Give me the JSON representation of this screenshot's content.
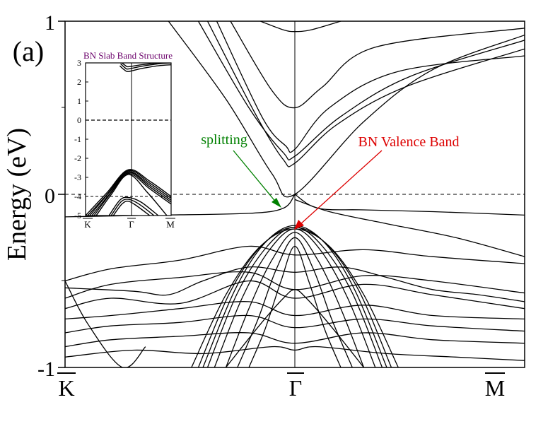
{
  "panel_label": "(a)",
  "colors": {
    "splitting": "#008000",
    "valence": "#dd0000",
    "inset_title": "#6b006b",
    "line": "#000000"
  },
  "chart_data": [
    {
      "type": "line",
      "ylabel": "Energy (eV)",
      "ylim": [
        -1,
        1
      ],
      "yticks": [
        "-1",
        "0",
        "1"
      ],
      "xlim": [
        0,
        2
      ],
      "x_high_symmetry": [
        {
          "x": 0,
          "label": "K"
        },
        {
          "x": 1,
          "label": "Γ"
        },
        {
          "x": 2,
          "label": "M"
        }
      ],
      "fermi_level": 0,
      "annotations": [
        {
          "text": "splitting",
          "color": "#008000",
          "target": {
            "x": 0.97,
            "y": -0.07
          }
        },
        {
          "text": "BN Valence Band",
          "color": "#dd0000",
          "target": {
            "x": 1.0,
            "y": -0.2
          }
        }
      ],
      "bands": {
        "conduction_cone": [
          {
            "x": [
              0.45,
              0.7,
              0.9,
              1.0,
              1.3,
              1.6,
              2.0
            ],
            "y": [
              1.0,
              0.55,
              0.12,
              0.0,
              0.42,
              0.72,
              0.92
            ]
          },
          {
            "x": [
              0.58,
              0.8,
              0.95,
              1.0,
              1.2,
              1.5,
              2.0
            ],
            "y": [
              1.0,
              0.5,
              0.24,
              0.22,
              0.45,
              0.68,
              0.89
            ]
          },
          {
            "x": [
              0.62,
              0.83,
              0.95,
              1.0,
              1.18,
              1.48,
              2.0
            ],
            "y": [
              1.0,
              0.46,
              0.2,
              0.18,
              0.4,
              0.62,
              0.84
            ]
          },
          {
            "x": [
              0.66,
              0.86,
              0.96,
              1.0,
              1.15,
              1.45,
              2.0
            ],
            "y": [
              1.0,
              0.44,
              0.28,
              0.26,
              0.5,
              0.71,
              0.8
            ]
          },
          {
            "x": [
              0.72,
              0.9,
              1.0,
              1.12,
              1.35,
              2.0
            ],
            "y": [
              1.0,
              0.6,
              0.5,
              0.62,
              0.85,
              0.96
            ]
          },
          {
            "x": [
              0.85,
              0.95,
              1.0,
              1.07,
              1.2
            ],
            "y": [
              1.0,
              0.95,
              0.94,
              0.95,
              1.0
            ]
          }
        ],
        "dirac_valence": [
          {
            "x": [
              1.0,
              1.1,
              1.3,
              1.6,
              2.0
            ],
            "y": [
              0.0,
              -0.08,
              -0.09,
              -0.1,
              -0.12
            ]
          },
          {
            "x": [
              0.0,
              0.4,
              0.8,
              0.95,
              1.0
            ],
            "y": [
              -0.13,
              -0.12,
              -0.11,
              -0.08,
              0.0
            ]
          },
          {
            "x": [
              1.0,
              1.15,
              1.4,
              1.7,
              2.0
            ],
            "y": [
              -0.03,
              -0.1,
              -0.17,
              -0.25,
              -0.36
            ]
          }
        ],
        "bn_valence": [
          {
            "x": [
              0.55,
              0.7,
              0.85,
              1.0,
              1.15,
              1.3,
              1.45
            ],
            "y": [
              -1.0,
              -0.58,
              -0.3,
              -0.2,
              -0.3,
              -0.58,
              -1.0
            ]
          },
          {
            "x": [
              0.58,
              0.72,
              0.86,
              1.0,
              1.14,
              1.28,
              1.42
            ],
            "y": [
              -1.0,
              -0.56,
              -0.29,
              -0.19,
              -0.29,
              -0.56,
              -1.0
            ]
          },
          {
            "x": [
              0.6,
              0.74,
              0.87,
              1.0,
              1.13,
              1.26,
              1.4
            ],
            "y": [
              -1.0,
              -0.55,
              -0.28,
              -0.18,
              -0.28,
              -0.55,
              -1.0
            ]
          },
          {
            "x": [
              0.62,
              0.75,
              0.88,
              1.0,
              1.12,
              1.25,
              1.38
            ],
            "y": [
              -1.0,
              -0.57,
              -0.3,
              -0.19,
              -0.3,
              -0.57,
              -1.0
            ]
          },
          {
            "x": [
              0.65,
              0.77,
              0.89,
              1.0,
              1.11,
              1.23,
              1.35
            ],
            "y": [
              -1.0,
              -0.6,
              -0.32,
              -0.2,
              -0.32,
              -0.6,
              -1.0
            ]
          },
          {
            "x": [
              0.7,
              0.8,
              0.9,
              1.0,
              1.1,
              1.2,
              1.3
            ],
            "y": [
              -1.0,
              -0.66,
              -0.38,
              -0.22,
              -0.38,
              -0.66,
              -1.0
            ]
          },
          {
            "x": [
              0.75,
              0.84,
              0.92,
              1.0,
              1.08,
              1.16,
              1.25
            ],
            "y": [
              -1.0,
              -0.72,
              -0.43,
              -0.25,
              -0.43,
              -0.72,
              -1.0
            ]
          },
          {
            "x": [
              0.8,
              0.87,
              0.94,
              1.0,
              1.06,
              1.13,
              1.2
            ],
            "y": [
              -1.0,
              -0.78,
              -0.5,
              -0.3,
              -0.5,
              -0.78,
              -1.0
            ]
          }
        ],
        "background": [
          {
            "x": [
              0.0,
              0.2,
              0.5,
              0.8,
              1.0,
              1.3,
              1.6,
              2.0
            ],
            "y": [
              -0.5,
              -0.43,
              -0.38,
              -0.3,
              -0.35,
              -0.32,
              -0.36,
              -0.4
            ]
          },
          {
            "x": [
              0.0,
              0.2,
              0.5,
              0.8,
              1.0,
              1.3,
              1.6,
              2.0
            ],
            "y": [
              -0.6,
              -0.52,
              -0.48,
              -0.45,
              -0.55,
              -0.47,
              -0.5,
              -0.57
            ]
          },
          {
            "x": [
              0.0,
              0.2,
              0.5,
              0.8,
              1.0,
              1.3,
              1.6,
              2.0
            ],
            "y": [
              -0.66,
              -0.6,
              -0.63,
              -0.5,
              -0.6,
              -0.52,
              -0.58,
              -0.66
            ]
          },
          {
            "x": [
              0.0,
              0.2,
              0.5,
              0.8,
              1.0,
              1.3,
              1.6,
              2.0
            ],
            "y": [
              -0.72,
              -0.7,
              -0.66,
              -0.62,
              -0.7,
              -0.64,
              -0.7,
              -0.72
            ]
          },
          {
            "x": [
              0.0,
              0.2,
              0.5,
              0.8,
              1.0,
              1.3,
              1.6,
              2.0
            ],
            "y": [
              -0.8,
              -0.76,
              -0.74,
              -0.7,
              -0.77,
              -0.72,
              -0.76,
              -0.79
            ]
          },
          {
            "x": [
              0.0,
              0.2,
              0.5,
              0.8,
              1.0,
              1.3,
              1.6,
              2.0
            ],
            "y": [
              -0.88,
              -0.84,
              -0.82,
              -0.8,
              -0.86,
              -0.8,
              -0.84,
              -0.86
            ]
          },
          {
            "x": [
              0.0,
              0.1,
              0.25,
              0.35
            ],
            "y": [
              -0.5,
              -0.75,
              -1.0,
              -0.88
            ]
          },
          {
            "x": [
              0.0,
              0.3,
              0.45,
              0.6,
              0.8,
              1.0,
              1.2,
              1.4,
              1.6,
              1.8,
              2.0
            ],
            "y": [
              -0.54,
              -0.56,
              -0.58,
              -0.5,
              -0.42,
              -0.45,
              -0.42,
              -0.48,
              -0.55,
              -0.58,
              -0.62
            ]
          },
          {
            "x": [
              0.0,
              0.3,
              0.6,
              0.9,
              1.0,
              1.1,
              1.4,
              1.7,
              2.0
            ],
            "y": [
              -0.94,
              -0.9,
              -0.92,
              -0.88,
              -0.9,
              -0.88,
              -0.92,
              -0.94,
              -0.96
            ]
          },
          {
            "x": [
              0.7,
              0.85,
              0.95,
              1.0,
              1.05,
              1.15,
              1.3
            ],
            "y": [
              -1.0,
              -0.75,
              -0.6,
              -0.55,
              -0.6,
              -0.75,
              -1.0
            ]
          }
        ]
      }
    },
    {
      "type": "line",
      "title": "BN Slab Band Structure",
      "ylim": [
        -5,
        3
      ],
      "yticks": [
        "3",
        "2",
        "1",
        "0",
        "-1",
        "-2",
        "-3",
        "-4",
        "-5"
      ],
      "x_high_symmetry": [
        {
          "x": 0,
          "label": "K"
        },
        {
          "x": 1,
          "label": "Γ"
        },
        {
          "x": 2,
          "label": "M"
        }
      ],
      "fermi_level": 0,
      "reference_level": -4,
      "bands": {
        "valence_fan": [
          {
            "x": [
              0.0,
              0.5,
              1.0,
              1.5,
              2.0
            ],
            "y": [
              -5.0,
              -3.8,
              -2.6,
              -3.2,
              -4.0
            ]
          },
          {
            "x": [
              0.05,
              0.5,
              1.0,
              1.5,
              2.0
            ],
            "y": [
              -5.0,
              -3.9,
              -2.65,
              -3.3,
              -4.1
            ]
          },
          {
            "x": [
              0.1,
              0.55,
              1.0,
              1.5,
              2.0
            ],
            "y": [
              -5.0,
              -3.8,
              -2.7,
              -3.4,
              -4.2
            ]
          },
          {
            "x": [
              0.15,
              0.55,
              1.0,
              1.5,
              2.0
            ],
            "y": [
              -5.0,
              -3.9,
              -2.75,
              -3.5,
              -4.3
            ]
          },
          {
            "x": [
              0.2,
              0.6,
              1.0,
              1.5,
              2.0
            ],
            "y": [
              -5.0,
              -3.8,
              -2.8,
              -3.6,
              -4.4
            ]
          },
          {
            "x": [
              0.25,
              0.6,
              1.0,
              1.45,
              1.9
            ],
            "y": [
              -5.0,
              -3.9,
              -2.85,
              -3.8,
              -5.0
            ]
          }
        ],
        "lower": [
          {
            "x": [
              0.55,
              0.8,
              1.0,
              1.3,
              1.7
            ],
            "y": [
              -5.0,
              -4.2,
              -4.05,
              -4.3,
              -5.0
            ]
          },
          {
            "x": [
              0.6,
              0.82,
              1.0,
              1.25,
              1.6
            ],
            "y": [
              -5.0,
              -4.3,
              -4.15,
              -4.4,
              -5.0
            ]
          },
          {
            "x": [
              0.65,
              0.85,
              1.0,
              1.2,
              1.5
            ],
            "y": [
              -5.0,
              -4.4,
              -4.25,
              -4.5,
              -5.0
            ]
          }
        ],
        "conduction": [
          {
            "x": [
              0.8,
              0.9,
              1.0,
              1.3,
              1.7,
              2.0
            ],
            "y": [
              2.85,
              2.65,
              2.55,
              2.7,
              2.85,
              2.9
            ]
          },
          {
            "x": [
              0.82,
              0.92,
              1.0,
              1.3,
              1.7,
              2.0
            ],
            "y": [
              2.95,
              2.75,
              2.68,
              2.82,
              2.95,
              3.0
            ]
          },
          {
            "x": [
              0.85,
              0.94,
              1.0,
              1.3,
              1.7,
              2.0
            ],
            "y": [
              3.0,
              2.85,
              2.8,
              2.9,
              3.0,
              3.0
            ]
          }
        ]
      }
    }
  ]
}
